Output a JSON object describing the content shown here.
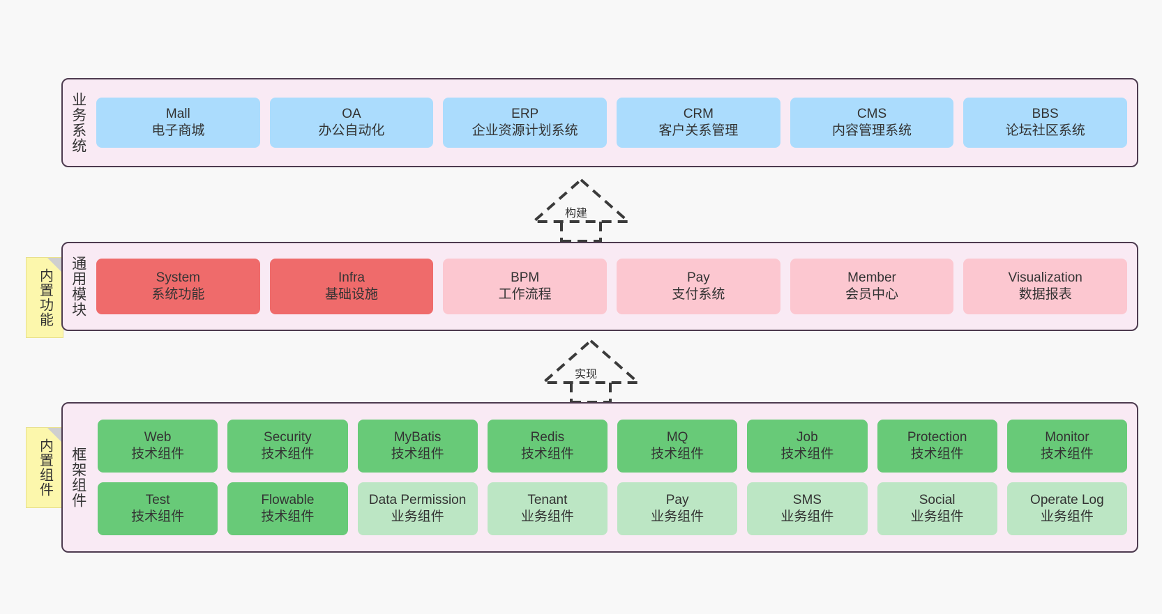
{
  "diagram": {
    "background": "#f8f8f8",
    "panel_bg": "#f9eaf4",
    "panel_border": "#4d3b4f",
    "note_bg": "#fcf7ac",
    "colors": {
      "business": "#abdcfd",
      "common_core": "#ef6b6b",
      "common_optional": "#fcc7d0",
      "tech_component": "#68ca78",
      "biz_component": "#bce6c4"
    }
  },
  "notes": {
    "builtin_function": "内置功能",
    "builtin_component": "内置组件"
  },
  "connectors": [
    {
      "label": "构建",
      "style": "dashed-hollow-triangle",
      "direction": "up"
    },
    {
      "label": "实现",
      "style": "dashed-hollow-triangle",
      "direction": "up"
    }
  ],
  "layers": [
    {
      "id": "business",
      "title": "业务系统",
      "cards": [
        {
          "en": "Mall",
          "cn": "电子商城"
        },
        {
          "en": "OA",
          "cn": "办公自动化"
        },
        {
          "en": "ERP",
          "cn": "企业资源计划系统"
        },
        {
          "en": "CRM",
          "cn": "客户关系管理"
        },
        {
          "en": "CMS",
          "cn": "内容管理系统"
        },
        {
          "en": "BBS",
          "cn": "论坛社区系统"
        }
      ]
    },
    {
      "id": "common",
      "title": "通用模块",
      "cards": [
        {
          "en": "System",
          "cn": "系统功能"
        },
        {
          "en": "Infra",
          "cn": "基础设施"
        },
        {
          "en": "BPM",
          "cn": "工作流程"
        },
        {
          "en": "Pay",
          "cn": "支付系统"
        },
        {
          "en": "Member",
          "cn": "会员中心"
        },
        {
          "en": "Visualization",
          "cn": "数据报表"
        }
      ]
    },
    {
      "id": "framework",
      "title": "框架组件",
      "row1": [
        {
          "en": "Web",
          "cn": "技术组件"
        },
        {
          "en": "Security",
          "cn": "技术组件"
        },
        {
          "en": "MyBatis",
          "cn": "技术组件"
        },
        {
          "en": "Redis",
          "cn": "技术组件"
        },
        {
          "en": "MQ",
          "cn": "技术组件"
        },
        {
          "en": "Job",
          "cn": "技术组件"
        },
        {
          "en": "Protection",
          "cn": "技术组件"
        },
        {
          "en": "Monitor",
          "cn": "技术组件"
        }
      ],
      "row2": [
        {
          "en": "Test",
          "cn": "技术组件"
        },
        {
          "en": "Flowable",
          "cn": "技术组件"
        },
        {
          "en": "Data Permission",
          "cn": "业务组件"
        },
        {
          "en": "Tenant",
          "cn": "业务组件"
        },
        {
          "en": "Pay",
          "cn": "业务组件"
        },
        {
          "en": "SMS",
          "cn": "业务组件"
        },
        {
          "en": "Social",
          "cn": "业务组件"
        },
        {
          "en": "Operate Log",
          "cn": "业务组件"
        }
      ]
    }
  ]
}
